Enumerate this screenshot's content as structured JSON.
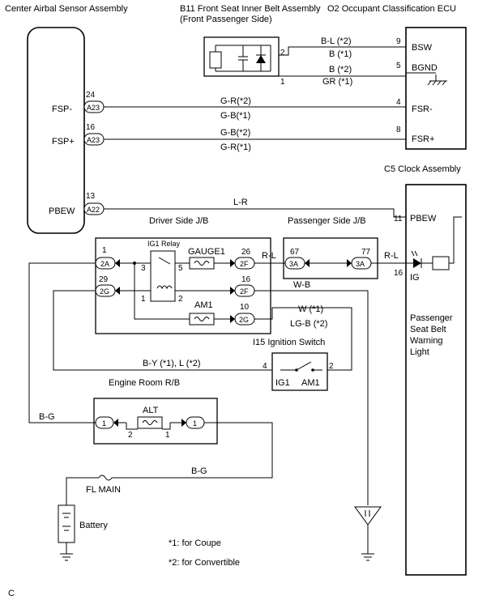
{
  "components": {
    "airbag_sensor": "Center Airbal Sensor Assembly",
    "belt_title1": "B11 Front Seat Inner Belt Assembly",
    "belt_title2": "(Front Passenger Side)",
    "ecu": "O2 Occupant Classification ECU",
    "clock": "C5 Clock Assembly",
    "driver_jb": "Driver Side J/B",
    "passenger_jb": "Passenger Side J/B",
    "ig1_relay": "IG1 Relay",
    "gauge1": "GAUGE1",
    "am1": "AM1",
    "ignition_switch": "I15 Ignition Switch",
    "ig1": "IG1",
    "am1_sw": "AM1",
    "engine_rb": "Engine Room R/B",
    "alt": "ALT",
    "fl_main": "FL MAIN",
    "battery": "Battery",
    "warning_light": [
      "Passenger",
      "Seat Belt",
      "Warning",
      "Light"
    ]
  },
  "terminals": {
    "bsw": "BSW",
    "bgnd": "BGND",
    "fsr_minus": "FSR-",
    "fsr_plus": "FSR+",
    "fsp_minus": "FSP-",
    "fsp_plus": "FSP+",
    "pbew": "PBEW",
    "pbew_clock": "PBEW",
    "ig": "IG"
  },
  "connectors": {
    "a23_1": "A23",
    "a23_2": "A23",
    "a22": "A22",
    "jb_2a": "2A",
    "jb_2g": "2G",
    "jb_2f1": "2F",
    "jb_2f2": "2F",
    "jb_2g2": "2G",
    "pjb_3a1": "3A",
    "pjb_3a2": "3A",
    "erb_1a": "1",
    "erb_1b": "1"
  },
  "pins": {
    "p9": "9",
    "p5": "5",
    "p4": "4",
    "p8": "8",
    "p24": "24",
    "p16a": "16",
    "p13": "13",
    "p11": "11",
    "p16b": "16",
    "belt2": "2",
    "belt1": "1",
    "jb1": "1",
    "jb29": "29",
    "jb3": "3",
    "jb5": "5",
    "jb1b": "1",
    "jb2": "2",
    "jb26": "26",
    "jb16": "16",
    "jb10": "10",
    "pjb67": "67",
    "pjb77": "77",
    "sw4": "4",
    "sw2": "2",
    "alt2": "2",
    "alt1": "1"
  },
  "wires": {
    "bl2": "B-L (*2)",
    "b1": "B (*1)",
    "b2": "B (*2)",
    "gr1": "GR (*1)",
    "gr2_a": "G-R(*2)",
    "gb1_a": "G-B(*1)",
    "gb2_b": "G-B(*2)",
    "gr1_b": "G-R(*1)",
    "lr": "L-R",
    "rl1": "R-L",
    "rl2": "R-L",
    "wb": "W-B",
    "w1": "W (*1)",
    "lgb2": "LG-B (*2)",
    "by_l": "B-Y (*1), L (*2)",
    "bg1": "B-G",
    "bg2": "B-G"
  },
  "notes": {
    "n1": "*1: for Coupe",
    "n2": "*2: for Convertible",
    "corner": "C"
  }
}
